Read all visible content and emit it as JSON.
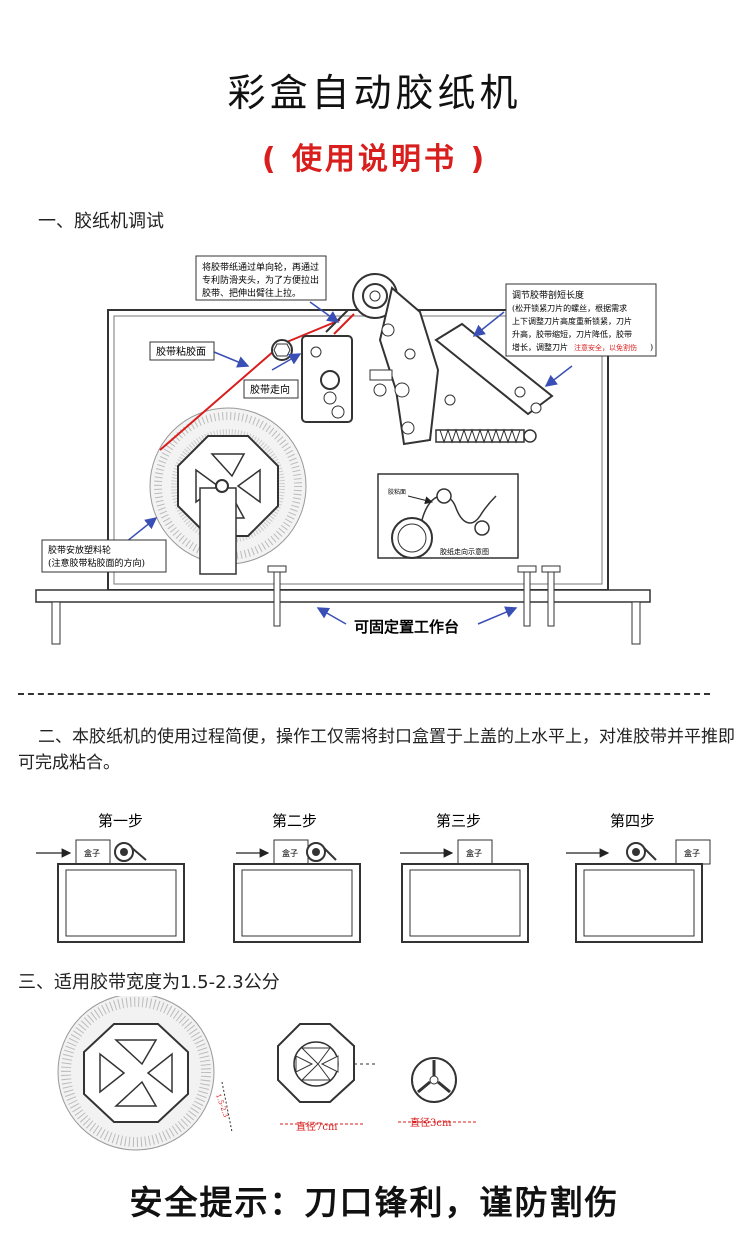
{
  "header": {
    "title": "彩盒自动胶纸机",
    "subtitle": "( 使用说明书 )"
  },
  "section1": {
    "heading": "一、胶纸机调试",
    "note_top": [
      "将胶带纸通过单向轮，再通过",
      "专利防滑夹头，为了方便拉出",
      "胶带、把伸出臂往上拉。"
    ],
    "note_right": [
      "调节胶带剖短长度",
      "(松开锁紧刀片的螺丝，根据需求",
      "上下调整刀片高度重新锁紧，刀片",
      "升高，胶带缩短，刀片降低，胶带",
      "增长，调整刀片"
    ],
    "note_right_warning": "注意安全，以免割伤",
    "note_right_close": ")",
    "label_sticky": "胶带粘胶面",
    "label_direction": "胶带走向",
    "note_reel": [
      "胶带安放塑料轮",
      "(注意胶带粘胶面的方向)"
    ],
    "inset_label_sticky": "胶粘面",
    "inset_caption": "胶纸走向示意图",
    "bench_label": "可固定置工作台"
  },
  "section2": {
    "text": "二、本胶纸机的使用过程简便，操作工仅需将封口盒置于上盖的上水平上，对准胶带并平推即可完成粘合。",
    "steps": [
      {
        "label": "第一步",
        "box": "盒子"
      },
      {
        "label": "第二步",
        "box": "盒子"
      },
      {
        "label": "第三步",
        "box": "盒子"
      },
      {
        "label": "第四步",
        "box": "盒子"
      }
    ]
  },
  "section3": {
    "heading": "三、适用胶带宽度为1.5-2.3公分",
    "width_label": "1.5-2.3",
    "dia_large": "直径7cm",
    "dia_small": "直径3cm"
  },
  "footer": {
    "safety": "安全提示：刀口锋利，谨防割伤"
  },
  "colors": {
    "accent_red": "#d91e1e",
    "arrow_blue": "#3a4fb5"
  }
}
